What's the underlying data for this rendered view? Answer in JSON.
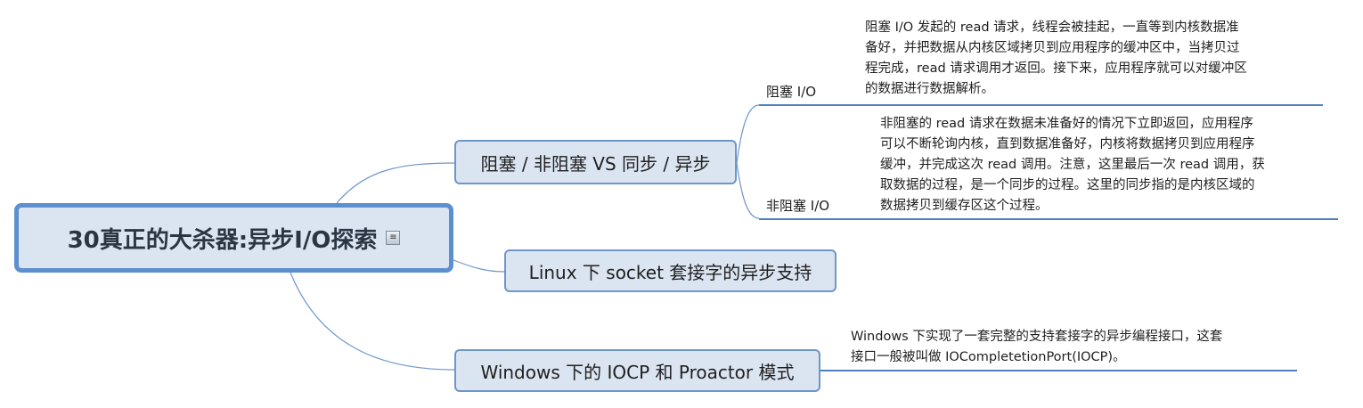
{
  "root": {
    "title": "30真正的大杀器:异步I/O探索",
    "note_icon": "note-icon"
  },
  "topics": [
    {
      "label": "阻塞 / 非阻塞 VS 同步 / 异步",
      "children": [
        {
          "label": "阻塞 I/O",
          "desc_lines": [
            "阻塞 I/O 发起的 read 请求，线程会被挂起，一直等到内核数据准",
            "备好，并把数据从内核区域拷贝到应用程序的缓冲区中，当拷贝过",
            "程完成，read 请求调用才返回。接下来，应用程序就可以对缓冲区",
            "的数据进行数据解析。"
          ]
        },
        {
          "label": "非阻塞 I/O",
          "desc_lines": [
            "非阻塞的 read 请求在数据未准备好的情况下立即返回，应用程序",
            "可以不断轮询内核，直到数据准备好，内核将数据拷贝到应用程序",
            "缓冲，并完成这次 read 调用。注意，这里最后一次 read 调用，获",
            "取数据的过程，是一个同步的过程。这里的同步指的是内核区域的",
            "数据拷贝到缓存区这个过程。"
          ]
        }
      ]
    },
    {
      "label": "Linux 下 socket 套接字的异步支持"
    },
    {
      "label": "Windows 下的 IOCP 和 Proactor 模式",
      "desc_lines": [
        "Windows 下实现了一套完整的支持套接字的异步编程接口，这套",
        "接口一般被叫做 IOCompletetionPort(IOCP)。"
      ]
    }
  ],
  "colors": {
    "connector": "#6d96c9",
    "node_fill": "#dbe5f1",
    "underline": "#4f81bd"
  }
}
